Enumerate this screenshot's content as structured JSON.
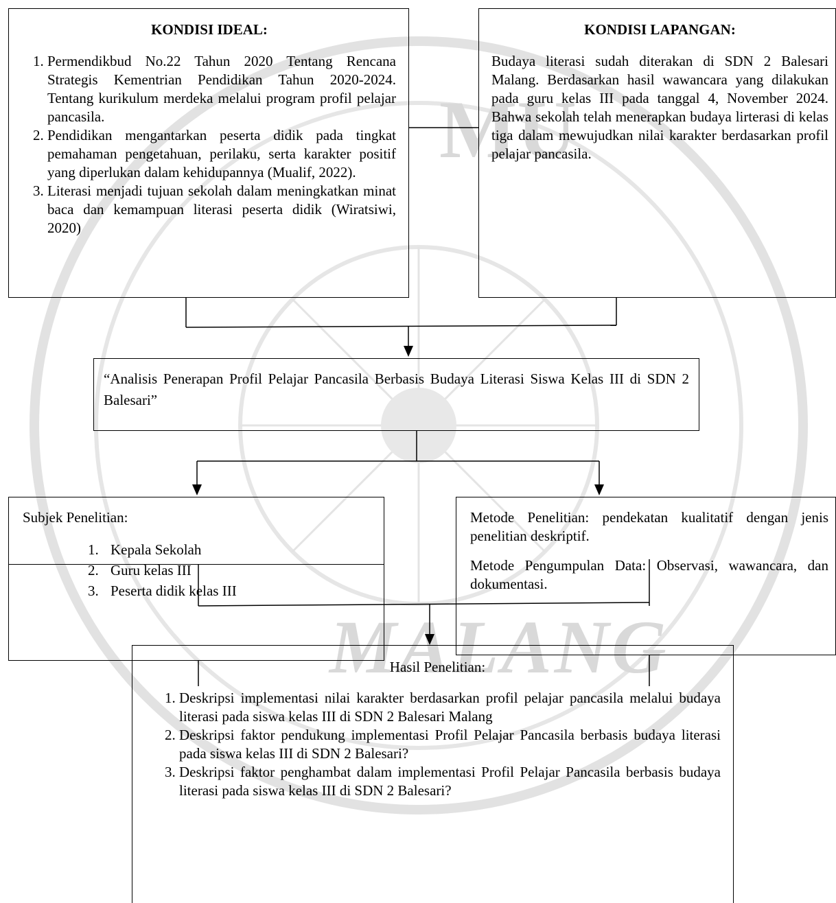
{
  "watermark": {
    "letters_top": "MU",
    "bottom_word": "MALANG"
  },
  "kondisi_ideal": {
    "title": "KONDISI IDEAL:",
    "items": [
      "Permendikbud No.22 Tahun 2020 Tentang Rencana Strategis Kementrian Pendidikan Tahun 2020-2024. Tentang kurikulum merdeka melalui program profil pelajar pancasila.",
      "Pendidikan mengantarkan peserta didik pada tingkat pemahaman pengetahuan, perilaku, serta karakter positif yang diperlukan dalam kehidupannya (Mualif, 2022).",
      "Literasi menjadi tujuan sekolah dalam meningkatkan minat baca dan kemampuan literasi peserta didik (Wiratsiwi, 2020)"
    ]
  },
  "kondisi_lapangan": {
    "title": "KONDISI LAPANGAN:",
    "text": "Budaya literasi sudah diterakan di SDN 2 Balesari Malang. Berdasarkan hasil wawancara yang dilakukan pada guru kelas III pada tanggal 4, November 2024. Bahwa sekolah telah menerapkan budaya lirterasi di kelas tiga dalam mewujudkan nilai karakter berdasarkan profil pelajar pancasila."
  },
  "judul": {
    "text": "“Analisis Penerapan Profil Pelajar Pancasila Berbasis Budaya Literasi Siswa Kelas III di SDN 2 Balesari”"
  },
  "subjek": {
    "title": "Subjek Penelitian:",
    "items": [
      "Kepala Sekolah",
      "Guru kelas III",
      "Peserta didik kelas III"
    ]
  },
  "metode": {
    "text1": "Metode Penelitian: pendekatan kualitatif dengan jenis penelitian deskriptif.",
    "text2": "Metode Pengumpulan Data: Observasi, wawancara, dan dokumentasi."
  },
  "hasil": {
    "title": "Hasil Penelitian:",
    "items": [
      "Deskripsi implementasi nilai karakter berdasarkan profil pelajar pancasila melalui budaya literasi pada siswa kelas III di SDN 2 Balesari Malang",
      "Deskripsi faktor pendukung implementasi Profil Pelajar Pancasila berbasis budaya literasi pada siswa kelas III di SDN 2 Balesari?",
      "Deskripsi faktor penghambat dalam implementasi Profil Pelajar Pancasila berbasis budaya literasi pada siswa kelas III di SDN 2 Balesari?"
    ]
  },
  "colors": {
    "line": "#000000",
    "watermark": "#d9d9d9"
  }
}
